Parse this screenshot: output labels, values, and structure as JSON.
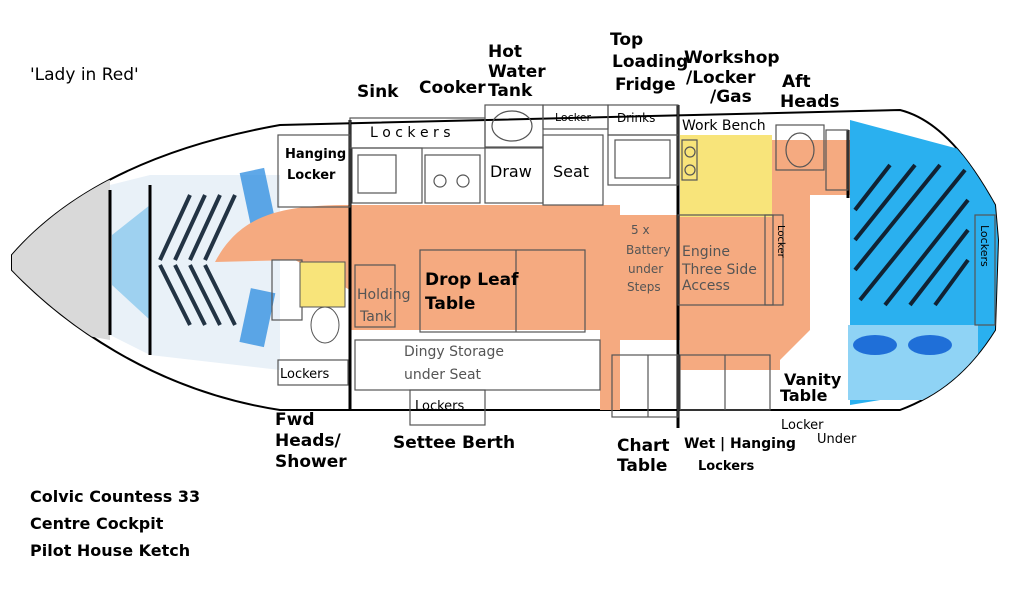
{
  "boat_name": "'Lady in Red'",
  "info": {
    "line1": "Colvic Countess 33",
    "line2": "Centre Cockpit",
    "line3": "Pilot House Ketch"
  },
  "top_labels": {
    "sink": "Sink",
    "cooker": "Cooker",
    "hot_water_1": "Hot",
    "hot_water_2": "Water",
    "hot_water_3": "Tank",
    "fridge_1": "Top",
    "fridge_2": "Loading",
    "fridge_3": "Fridge",
    "workshop_1": "Workshop",
    "workshop_2": "/Locker",
    "workshop_3": "/Gas",
    "aft_heads_1": "Aft",
    "aft_heads_2": "Heads"
  },
  "bottom_labels": {
    "fwd_heads_1": "Fwd",
    "fwd_heads_2": "Heads/",
    "fwd_heads_3": "Shower",
    "settee_berth": "Settee Berth",
    "chart_table_1": "Chart",
    "chart_table_2": "Table",
    "wet_hanging": "Wet | Hanging",
    "lockers": "Lockers",
    "locker_under_1": "Locker",
    "locker_under_2": "Under",
    "vanity_1": "Vanity",
    "vanity_2": "Table"
  },
  "interior_labels": {
    "lockers_top": "L o c k e r s",
    "locker_small": "Locker",
    "drinks": "Drinks",
    "work_bench": "Work Bench",
    "draw": "Draw",
    "seat": "Seat",
    "hanging_1": "Hanging",
    "hanging_2": "Locker",
    "drop_leaf_1": "Drop Leaf",
    "drop_leaf_2": "Table",
    "holding_1": "Holding",
    "holding_2": "Tank",
    "dingy_1": "Dingy Storage",
    "dingy_2": "under Seat",
    "lockers_fwd": "Lockers",
    "lockers_settee": "Lockers",
    "battery_1": "5 x",
    "battery_2": "Battery",
    "battery_3": "under",
    "battery_4": "Steps",
    "engine_1": "Engine",
    "engine_2": "Three Side",
    "engine_3": "Access",
    "locker_vertical": "Locker",
    "lockers_vertical": "Lockers"
  },
  "colors": {
    "saloon": "#f5aa80",
    "workshop": "#f8e47a",
    "aft_cabin": "#2ab0ef",
    "fwd_cabin": "#70b9ea",
    "bow": "#d9d9d9",
    "outline": "#000000"
  }
}
